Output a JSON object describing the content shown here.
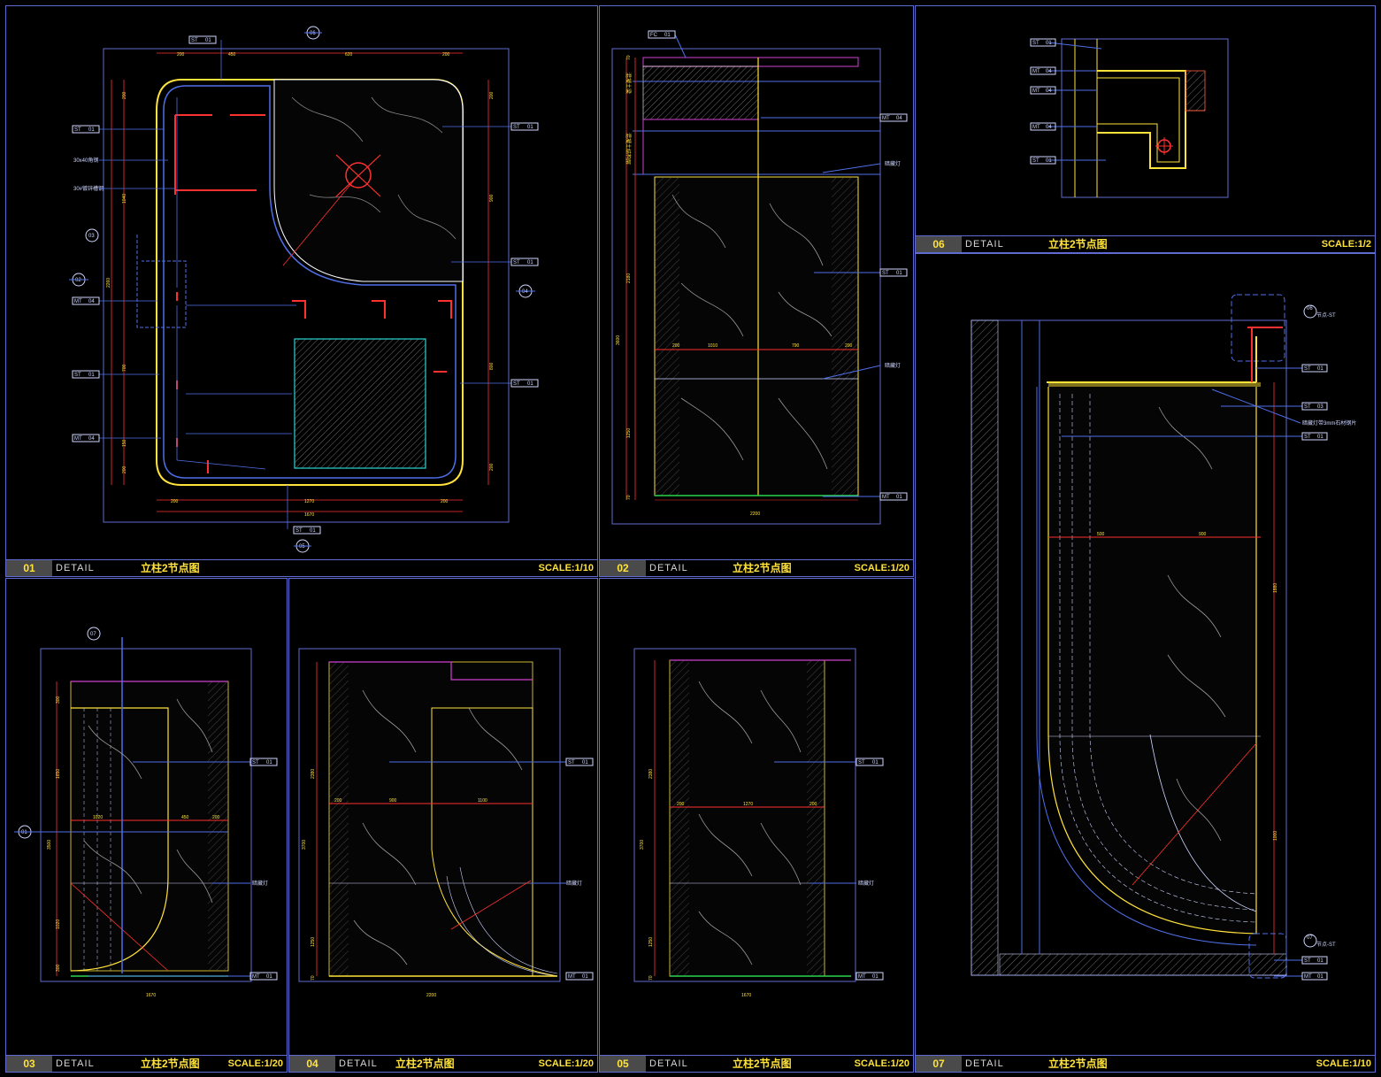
{
  "panels": [
    {
      "num": "01",
      "detail": "DETAIL",
      "name": "立柱2节点图",
      "scale": "SCALE:1/10"
    },
    {
      "num": "02",
      "detail": "DETAIL",
      "name": "立柱2节点图",
      "scale": "SCALE:1/20"
    },
    {
      "num": "06",
      "detail": "DETAIL",
      "name": "立柱2节点图",
      "scale": "SCALE:1/2"
    },
    {
      "num": "03",
      "detail": "DETAIL",
      "name": "立柱2节点图",
      "scale": "SCALE:1/20"
    },
    {
      "num": "04",
      "detail": "DETAIL",
      "name": "立柱2节点图",
      "scale": "SCALE:1/20"
    },
    {
      "num": "05",
      "detail": "DETAIL",
      "name": "立柱2节点图",
      "scale": "SCALE:1/20"
    },
    {
      "num": "07",
      "detail": "DETAIL",
      "name": "立柱2节点图",
      "scale": "SCALE:1/10"
    }
  ],
  "tags": {
    "st": "ST",
    "mt": "MT",
    "fc": "FC",
    "n01": "01",
    "n04": "04",
    "n03": "03"
  },
  "p01": {
    "top_dims": [
      "200",
      "450",
      "620",
      "200"
    ],
    "bottom_dims": [
      "200",
      "1270",
      "200"
    ],
    "bottom_total": "1670",
    "left_dims": [
      "200",
      "1040",
      "700",
      "150",
      "200"
    ],
    "left_total": "2260",
    "right_dims": [
      "200",
      "900",
      "800",
      "200"
    ],
    "labels": [
      "30x40角钢",
      "30#镀锌槽钢"
    ],
    "markers": [
      "03",
      "02",
      "04",
      "05",
      "06"
    ]
  },
  "p02": {
    "dims_h": [
      "200",
      "1010",
      "790",
      "200"
    ],
    "total": "2200",
    "dims_v": [
      "70",
      "2180",
      "1250",
      "70"
    ],
    "total_v": "3600",
    "labels": [
      "暗藏灯",
      "暗藏灯"
    ],
    "left_text": [
      "混凝土梁",
      "混凝土结构层"
    ]
  },
  "p03": {
    "dims": [
      "1020",
      "450",
      "200"
    ],
    "total": "1670",
    "vdims": [
      "300",
      "1650",
      "1020",
      "300"
    ],
    "total_v": "3500",
    "label": "暗藏灯",
    "marker": "07"
  },
  "p04": {
    "dims": [
      "200",
      "900",
      "1100"
    ],
    "total": "2200",
    "vdims": [
      "2380",
      "1250",
      "70"
    ],
    "total_v": "3700",
    "label": "暗藏灯"
  },
  "p05": {
    "dims": [
      "200",
      "1270",
      "200"
    ],
    "total": "1670",
    "vdims": [
      "2380",
      "1250",
      "70"
    ],
    "total_v": "3700",
    "label": "暗藏灯"
  },
  "p07": {
    "dims": [
      "500",
      "900"
    ],
    "vdims": [
      "1880",
      "1000"
    ],
    "labels": [
      "暗藏灯带3mm石材钢片"
    ],
    "markers": [
      "06",
      "07"
    ],
    "tagtext": [
      "节点-ST"
    ]
  }
}
